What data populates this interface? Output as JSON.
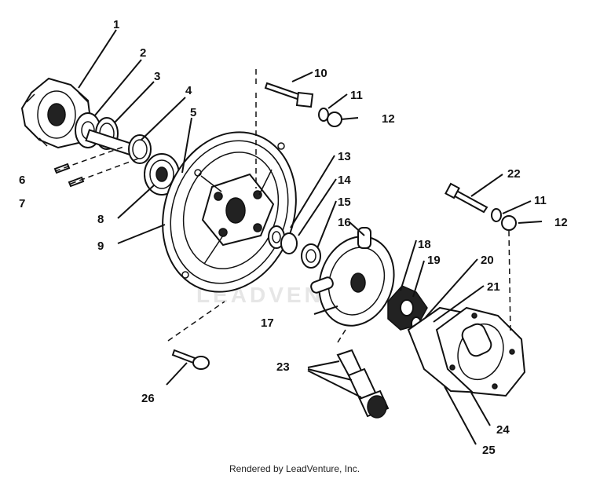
{
  "diagram": {
    "watermark": "LEADVENTURE",
    "callouts": [
      "1",
      "2",
      "3",
      "4",
      "5",
      "6",
      "7",
      "8",
      "9",
      "10",
      "11",
      "12",
      "13",
      "14",
      "15",
      "16",
      "17",
      "18",
      "19",
      "20",
      "21",
      "22",
      "11",
      "12",
      "23",
      "24",
      "25",
      "26"
    ]
  },
  "footer": {
    "text": "Rendered by LeadVenture, Inc."
  }
}
